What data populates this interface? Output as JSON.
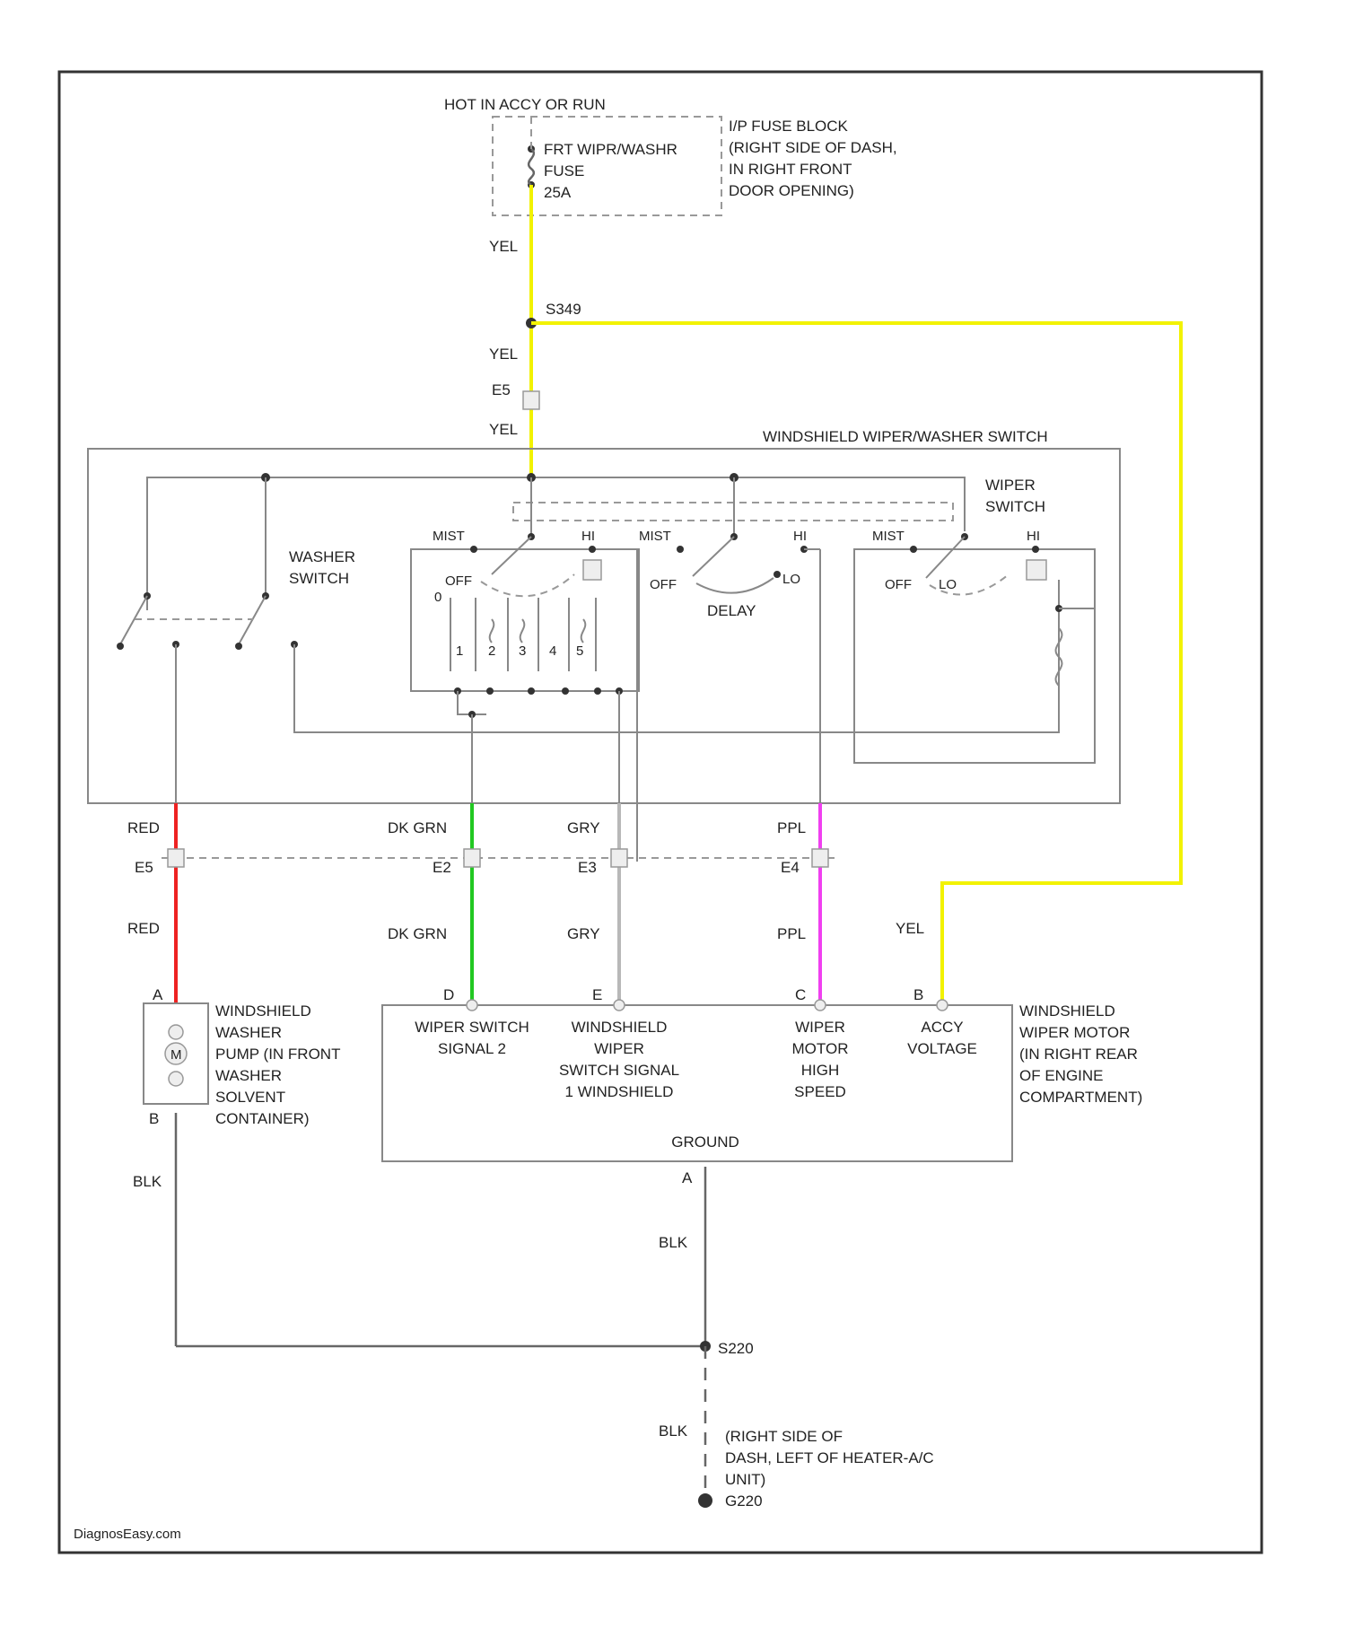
{
  "power": {
    "source": "HOT IN ACCY OR RUN",
    "fuse_name": "FRT WIPR/WASHR",
    "fuse_word": "FUSE",
    "fuse_rating": "25A",
    "block_lines": [
      "I/P FUSE BLOCK",
      "(RIGHT SIDE OF DASH,",
      "IN RIGHT FRONT",
      "DOOR OPENING)"
    ]
  },
  "splices": {
    "top": "S349",
    "ground": "S220"
  },
  "connectors": {
    "top": "E5",
    "c1": "E5",
    "c2": "E2",
    "c3": "E3",
    "c4": "E4"
  },
  "switch_assembly": {
    "title": "WINDSHIELD WIPER/WASHER SWITCH",
    "washer_label": [
      "WASHER",
      "SWITCH"
    ],
    "wiper_label": [
      "WIPER",
      "SWITCH"
    ],
    "delay": "DELAY",
    "pos": {
      "mist": "MIST",
      "hi": "HI",
      "off": "OFF",
      "lo": "LO"
    },
    "pins": [
      "0",
      "1",
      "2",
      "3",
      "4",
      "5"
    ]
  },
  "wire_colors": {
    "yel": "YEL",
    "red": "RED",
    "dkgrn": "DK GRN",
    "gry": "GRY",
    "ppl": "PPL",
    "blk": "BLK"
  },
  "pump": {
    "pin_a": "A",
    "pin_b": "B",
    "motor": "M",
    "lines": [
      "WINDSHIELD",
      "WASHER",
      "PUMP (IN FRONT",
      "WASHER",
      "SOLVENT",
      "CONTAINER)"
    ]
  },
  "motor": {
    "pins": {
      "d": "D",
      "e": "E",
      "c": "C",
      "b": "B",
      "a": "A"
    },
    "sig2": [
      "WIPER SWITCH",
      "SIGNAL 2"
    ],
    "sig1": [
      "WINDSHIELD",
      "WIPER",
      "SWITCH SIGNAL",
      "1 WINDSHIELD"
    ],
    "high": [
      "WIPER",
      "MOTOR",
      "HIGH",
      "SPEED"
    ],
    "accy": [
      "ACCY",
      "VOLTAGE"
    ],
    "ground": "GROUND",
    "lines": [
      "WINDSHIELD",
      "WIPER MOTOR",
      "(IN RIGHT REAR",
      "OF ENGINE",
      "COMPARTMENT)"
    ]
  },
  "ground_loc": {
    "lines": [
      "(RIGHT SIDE OF",
      "DASH, LEFT OF HEATER-A/C",
      "UNIT)"
    ],
    "name": "G220"
  },
  "watermark": "DiagnosEasy.com",
  "colors": {
    "yel": "#f2f200",
    "red": "#ee2222",
    "grn": "#22c822",
    "gry": "#b8b8b8",
    "ppl": "#f040f0",
    "blk": "#555555"
  }
}
